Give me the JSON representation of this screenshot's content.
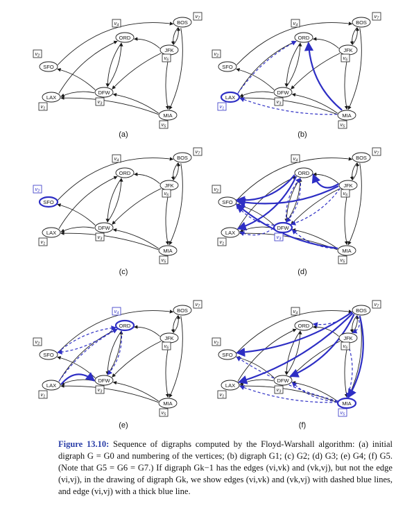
{
  "colors": {
    "highlight": "#2d2ec4",
    "ink": "#1a1a1a",
    "caption_lead": "#2b3fa8"
  },
  "panels": [
    {
      "label": "(a)",
      "highlight_node": null,
      "new_edges": [],
      "via_edges": []
    },
    {
      "label": "(b)",
      "highlight_node": "LAX",
      "new_edges": [
        [
          "MIA",
          "ORD"
        ]
      ],
      "via_edges": [
        [
          "MIA",
          "LAX"
        ],
        [
          "LAX",
          "ORD"
        ]
      ]
    },
    {
      "label": "(c)",
      "highlight_node": "SFO",
      "new_edges": [],
      "via_edges": []
    },
    {
      "label": "(d)",
      "highlight_node": "DFW",
      "new_edges": [
        [
          "ORD",
          "SFO"
        ],
        [
          "ORD",
          "LAX"
        ],
        [
          "JFK",
          "SFO"
        ],
        [
          "MIA",
          "SFO"
        ],
        [
          "JFK",
          "ORD"
        ]
      ],
      "via_edges": [
        [
          "ORD",
          "DFW"
        ],
        [
          "JFK",
          "DFW"
        ],
        [
          "MIA",
          "DFW"
        ],
        [
          "DFW",
          "SFO"
        ],
        [
          "DFW",
          "LAX"
        ],
        [
          "DFW",
          "ORD"
        ]
      ]
    },
    {
      "label": "(e)",
      "highlight_node": "ORD",
      "new_edges": [
        [
          "LAX",
          "DFW"
        ]
      ],
      "via_edges": [
        [
          "LAX",
          "ORD"
        ],
        [
          "ORD",
          "DFW"
        ],
        [
          "ORD",
          "SFO"
        ],
        [
          "SFO",
          "ORD"
        ]
      ]
    },
    {
      "label": "(f)",
      "highlight_node": "MIA",
      "new_edges": [
        [
          "BOS",
          "SFO"
        ],
        [
          "BOS",
          "LAX"
        ],
        [
          "BOS",
          "DFW"
        ],
        [
          "BOS",
          "MIA"
        ]
      ],
      "via_edges": [
        [
          "BOS",
          "ORD"
        ],
        [
          "BOS",
          "JFK"
        ],
        [
          "JFK",
          "MIA"
        ],
        [
          "MIA",
          "LAX"
        ],
        [
          "MIA",
          "SFO"
        ],
        [
          "MIA",
          "DFW"
        ]
      ]
    }
  ],
  "nodes": [
    {
      "name": "BOS",
      "vlabel": "v7"
    },
    {
      "name": "ORD",
      "vlabel": "v4"
    },
    {
      "name": "JFK",
      "vlabel": "v6"
    },
    {
      "name": "SFO",
      "vlabel": "v2"
    },
    {
      "name": "DFW",
      "vlabel": "v3"
    },
    {
      "name": "LAX",
      "vlabel": "v1"
    },
    {
      "name": "MIA",
      "vlabel": "v5"
    }
  ],
  "base_edges": [
    [
      "BOS",
      "JFK"
    ],
    [
      "JFK",
      "BOS"
    ],
    [
      "JFK",
      "ORD"
    ],
    [
      "ORD",
      "DFW"
    ],
    [
      "DFW",
      "ORD"
    ],
    [
      "JFK",
      "DFW"
    ],
    [
      "JFK",
      "MIA"
    ],
    [
      "MIA",
      "DFW"
    ],
    [
      "DFW",
      "SFO"
    ],
    [
      "DFW",
      "LAX"
    ],
    [
      "LAX",
      "ORD"
    ],
    [
      "SFO",
      "BOS"
    ],
    [
      "BOS",
      "MIA"
    ],
    [
      "MIA",
      "LAX"
    ]
  ],
  "caption": {
    "lead": "Figure 13.10:",
    "text": "Sequence of digraphs computed by the Floyd-Warshall algorithm: (a) initial digraph G = G0 and numbering of the vertices; (b) digraph G1; (c) G2; (d) G3; (e) G4; (f) G5. (Note that G5 = G6 = G7.) If digraph Gk−1 has the edges (vi,vk) and (vk,vj), but not the edge (vi,vj), in the drawing of digraph Gk, we show edges (vi,vk) and (vk,vj) with dashed blue lines, and edge (vi,vj) with a thick blue line."
  }
}
